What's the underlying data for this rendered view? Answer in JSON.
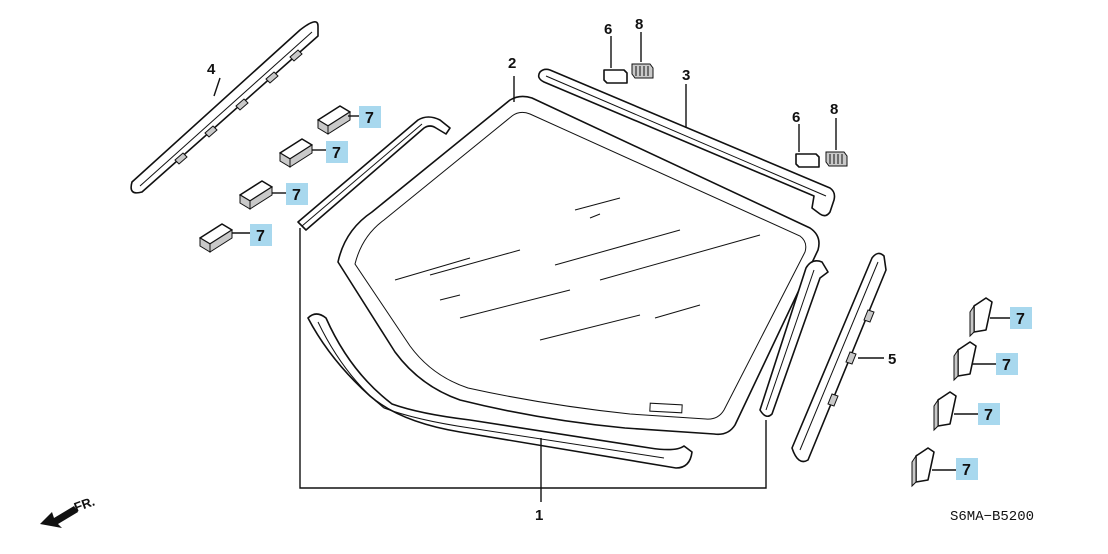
{
  "colors": {
    "callout_highlight": "#a8d8ee",
    "line": "#111111"
  },
  "callouts": {
    "p1": "1",
    "p2": "2",
    "p3": "3",
    "p4": "4",
    "p5": "5",
    "p6a": "6",
    "p6b": "6",
    "p8a": "8",
    "p8b": "8",
    "p7": [
      "7",
      "7",
      "7",
      "7",
      "7",
      "7",
      "7",
      "7"
    ]
  },
  "direction_label": "FR.",
  "diagram_code": "S6MA−B5200"
}
